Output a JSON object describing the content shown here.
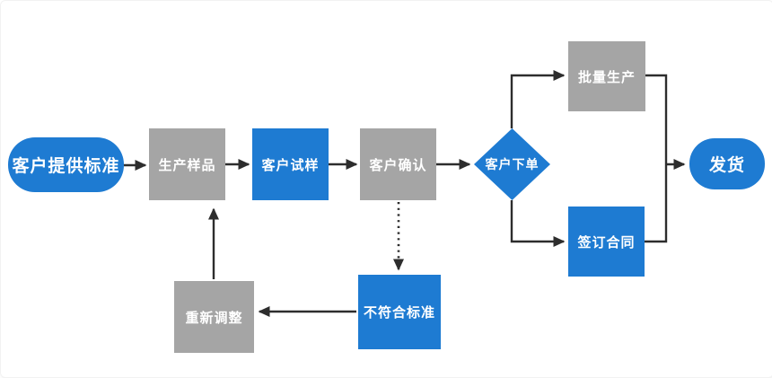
{
  "diagram": {
    "type": "flowchart",
    "description": "Customer order production process flowchart"
  },
  "colors": {
    "node_blue": "#1e7bd2",
    "node_gray": "#a5a5a5",
    "arrow": "#2d2d2d",
    "node_text": "#ffffff",
    "background": "#ffffff"
  },
  "nodes": {
    "start": {
      "label": "客户提供标准",
      "shape": "stadium",
      "color": "blue"
    },
    "produce_sample": {
      "label": "生产样品",
      "shape": "rect",
      "color": "gray"
    },
    "customer_trial": {
      "label": "客户试样",
      "shape": "rect",
      "color": "blue"
    },
    "customer_confirm": {
      "label": "客户确认",
      "shape": "rect",
      "color": "gray"
    },
    "order_decision": {
      "label": "客户下单",
      "shape": "diamond",
      "color": "blue"
    },
    "mass_production": {
      "label": "批量生产",
      "shape": "rect",
      "color": "gray"
    },
    "sign_contract": {
      "label": "签订合同",
      "shape": "rect",
      "color": "blue"
    },
    "ship": {
      "label": "发货",
      "shape": "stadium",
      "color": "blue"
    },
    "nonconforming": {
      "label": "不符合标准",
      "shape": "rect",
      "color": "blue"
    },
    "readjust": {
      "label": "重新调整",
      "shape": "rect",
      "color": "gray"
    }
  },
  "edges": [
    {
      "from": "start",
      "to": "produce_sample",
      "style": "solid"
    },
    {
      "from": "produce_sample",
      "to": "customer_trial",
      "style": "solid"
    },
    {
      "from": "customer_trial",
      "to": "customer_confirm",
      "style": "solid"
    },
    {
      "from": "customer_confirm",
      "to": "order_decision",
      "style": "solid"
    },
    {
      "from": "order_decision",
      "to": "mass_production",
      "style": "solid-elbow"
    },
    {
      "from": "order_decision",
      "to": "sign_contract",
      "style": "solid-elbow"
    },
    {
      "from": "mass_production",
      "to": "ship",
      "style": "solid-elbow"
    },
    {
      "from": "sign_contract",
      "to": "ship",
      "style": "solid-elbow"
    },
    {
      "from": "customer_confirm",
      "to": "nonconforming",
      "style": "dashed"
    },
    {
      "from": "nonconforming",
      "to": "readjust",
      "style": "solid"
    },
    {
      "from": "readjust",
      "to": "produce_sample",
      "style": "solid"
    }
  ]
}
